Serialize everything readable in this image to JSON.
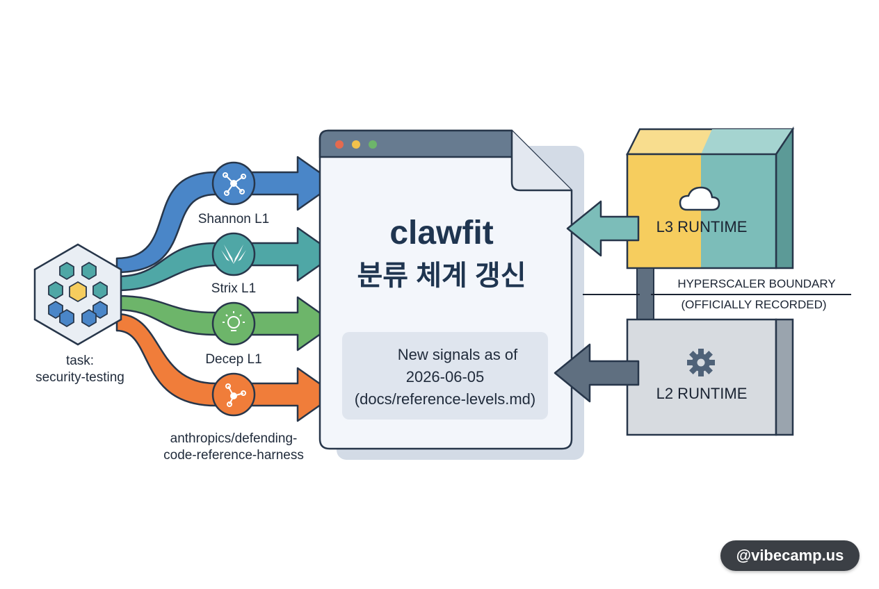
{
  "diagram": {
    "task": {
      "line1": "task:",
      "line2": "security-testing"
    },
    "sources": [
      {
        "label": "Shannon L1",
        "icon": "network-nodes-icon",
        "color": "#4a86c8"
      },
      {
        "label": "Strix L1",
        "icon": "wings-logo-icon",
        "color": "#4fa7a6"
      },
      {
        "label": "Decep L1",
        "icon": "lightbulb-icon",
        "color": "#6db56a"
      },
      {
        "label_line1": "anthropics/defending-",
        "label_line2": "code-reference-harness",
        "icon": "branch-nodes-icon",
        "color": "#f07d3a"
      }
    ],
    "document": {
      "title": "clawfit",
      "subtitle": "분류 체계 갱신",
      "notice": {
        "icon": "calendar-icon",
        "line1": "New signals as of",
        "line2": "2026-06-05",
        "line3": "(docs/reference-levels.md)"
      }
    },
    "runtimes": {
      "l3": {
        "label": "L3 RUNTIME",
        "icon": "cloud-icon"
      },
      "l2": {
        "label": "L2 RUNTIME",
        "icon": "gear-icon"
      }
    },
    "boundary": {
      "line1": "HYPERSCALER BOUNDARY",
      "line2": "(OFFICIALLY RECORDED)"
    },
    "colors": {
      "l3_yellow": "#f6cd5e",
      "l3_teal": "#7cbdb9",
      "l2_gray": "#d7dbe0",
      "dark_arrow": "#5f6f80",
      "outline": "#27364a"
    }
  },
  "badge": {
    "text": "@vibecamp.us"
  }
}
